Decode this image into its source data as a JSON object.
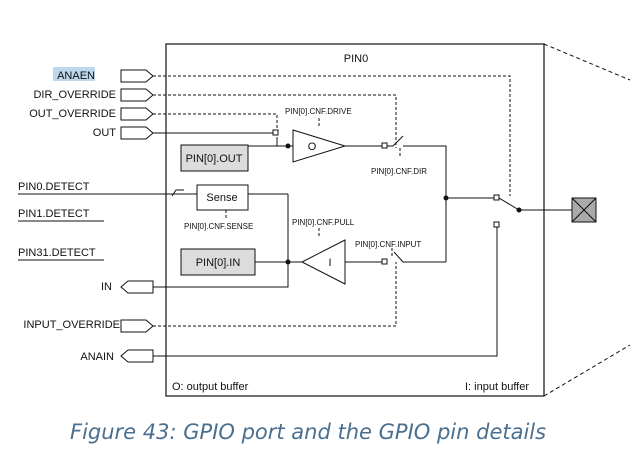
{
  "diagram": {
    "pin_title": "PIN0",
    "left_signals": {
      "anaen": "ANAEN",
      "dir_override": "DIR_OVERRIDE",
      "out_override": "OUT_OVERRIDE",
      "out": "OUT",
      "pin0_detect": "PIN0.DETECT",
      "pin1_detect": "PIN1.DETECT",
      "pin31_detect": "PIN31.DETECT",
      "in": "IN",
      "input_override": "INPUT_OVERRIDE",
      "anain": "ANAIN"
    },
    "blocks": {
      "pin_out": "PIN[0].OUT",
      "pin_in": "PIN[0].IN",
      "sense": "Sense",
      "output_buffer_symbol": "O",
      "input_buffer_symbol": "I"
    },
    "config_labels": {
      "drive": "PIN[0].CNF.DRIVE",
      "dir": "PIN[0].CNF.DIR",
      "sense": "PIN[0].CNF.SENSE",
      "pull": "PIN[0].CNF.PULL",
      "input": "PIN[0].CNF.INPUT"
    },
    "legend": {
      "output_buffer": "O: output buffer",
      "input_buffer": "I: input buffer"
    },
    "highlight_color": "#bdd7ee",
    "line_color": "#111111",
    "pad_fill": "#aaaaaa"
  },
  "caption": "Figure 43: GPIO port and the GPIO pin details"
}
